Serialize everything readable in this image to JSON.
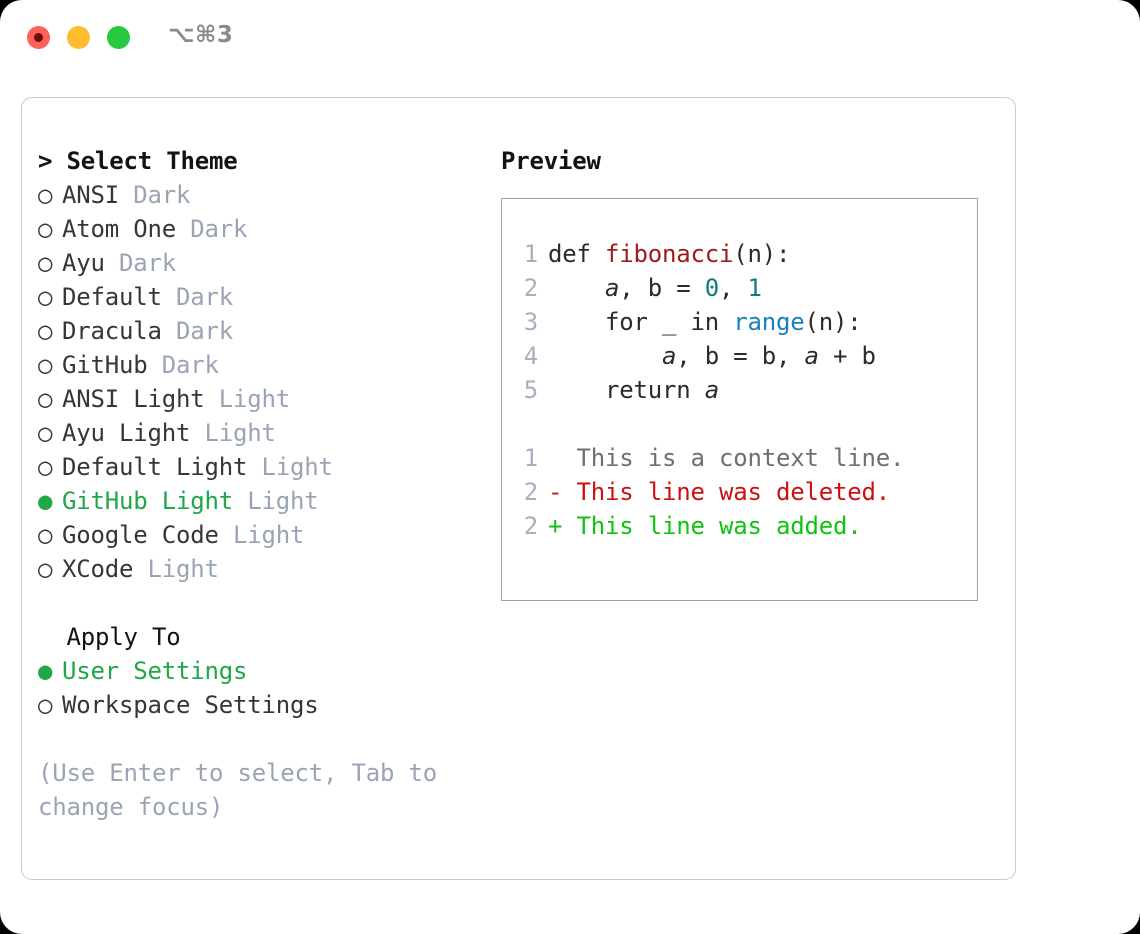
{
  "titlebar": {
    "shortcut": "⌥⌘3",
    "lights": [
      {
        "name": "close",
        "color": "#ff6057"
      },
      {
        "name": "minimize",
        "color": "#febc2e"
      },
      {
        "name": "maximize",
        "color": "#28c840"
      }
    ]
  },
  "theme_picker": {
    "header": "> Select Theme",
    "focus_marker": ">",
    "selected_bullet": "●",
    "unselected_bullet": "○",
    "accent_color": "#22a64a",
    "items": [
      {
        "bullet": "○",
        "name": "ANSI",
        "variant": "Dark",
        "selected": false
      },
      {
        "bullet": "○",
        "name": "Atom One",
        "variant": "Dark",
        "selected": false
      },
      {
        "bullet": "○",
        "name": "Ayu",
        "variant": "Dark",
        "selected": false
      },
      {
        "bullet": "○",
        "name": "Default",
        "variant": "Dark",
        "selected": false
      },
      {
        "bullet": "○",
        "name": "Dracula",
        "variant": "Dark",
        "selected": false
      },
      {
        "bullet": "○",
        "name": "GitHub",
        "variant": "Dark",
        "selected": false
      },
      {
        "bullet": "○",
        "name": "ANSI Light",
        "variant": "Light",
        "selected": false
      },
      {
        "bullet": "○",
        "name": "Ayu Light",
        "variant": "Light",
        "selected": false
      },
      {
        "bullet": "○",
        "name": "Default Light",
        "variant": "Light",
        "selected": false
      },
      {
        "bullet": "●",
        "name": "GitHub Light",
        "variant": "Light",
        "selected": true
      },
      {
        "bullet": "○",
        "name": "Google Code",
        "variant": "Light",
        "selected": false
      },
      {
        "bullet": "○",
        "name": "XCode",
        "variant": "Light",
        "selected": false
      }
    ]
  },
  "apply_to": {
    "header": "  Apply To",
    "items": [
      {
        "bullet": "●",
        "name": "User Settings",
        "selected": true
      },
      {
        "bullet": "○",
        "name": "Workspace Settings",
        "selected": false
      }
    ]
  },
  "hint": "(Use Enter to select, Tab to change focus)",
  "preview": {
    "title": "Preview",
    "code_lines": [
      {
        "lineno": "1",
        "segments": [
          {
            "text": "def ",
            "kind": "plain"
          },
          {
            "text": "fibonacci",
            "kind": "fn"
          },
          {
            "text": "(n):",
            "kind": "plain"
          }
        ]
      },
      {
        "lineno": "2",
        "segments": [
          {
            "text": "    ",
            "kind": "plain"
          },
          {
            "text": "a",
            "kind": "var"
          },
          {
            "text": ", b = ",
            "kind": "plain"
          },
          {
            "text": "0",
            "kind": "num"
          },
          {
            "text": ", ",
            "kind": "plain"
          },
          {
            "text": "1",
            "kind": "num"
          }
        ]
      },
      {
        "lineno": "3",
        "segments": [
          {
            "text": "    for _ in ",
            "kind": "plain"
          },
          {
            "text": "range",
            "kind": "call"
          },
          {
            "text": "(n):",
            "kind": "plain"
          }
        ]
      },
      {
        "lineno": "4",
        "segments": [
          {
            "text": "        ",
            "kind": "plain"
          },
          {
            "text": "a",
            "kind": "var"
          },
          {
            "text": ", b = b, ",
            "kind": "plain"
          },
          {
            "text": "a",
            "kind": "var"
          },
          {
            "text": " + b",
            "kind": "plain"
          }
        ]
      },
      {
        "lineno": "5",
        "segments": [
          {
            "text": "    return ",
            "kind": "plain"
          },
          {
            "text": "a",
            "kind": "var"
          }
        ]
      }
    ],
    "diff_lines": [
      {
        "lineno": "1",
        "marker": " ",
        "text": "This is a context line.",
        "kind": "context"
      },
      {
        "lineno": "2",
        "marker": "-",
        "text": "This line was deleted.",
        "kind": "deleted"
      },
      {
        "lineno": "2",
        "marker": "+",
        "text": "This line was added.",
        "kind": "added"
      }
    ],
    "colors": {
      "function": "#9b1c1c",
      "number": "#0f7d7d",
      "call": "#1a7fc1",
      "context": "#6f6f6f",
      "deleted": "#cc1111",
      "added": "#12c212",
      "lineno": "#a7b0bd",
      "border": "#97a3b6"
    }
  }
}
